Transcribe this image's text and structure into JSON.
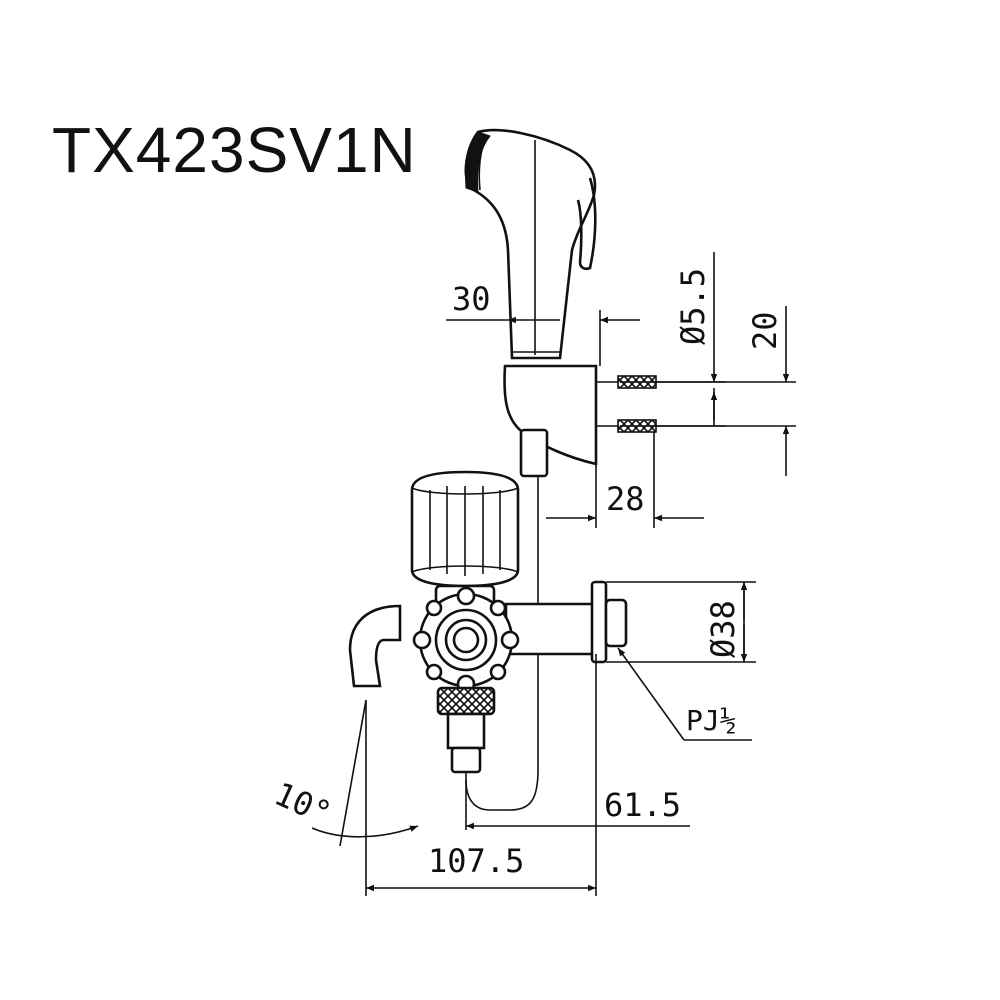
{
  "model": "TX423SV1N",
  "dimensions": {
    "hose_offset": "30",
    "screw_diameter": "Ø5.5",
    "holder_hole_spacing": "20",
    "holder_depth": "28",
    "flange_diameter": "Ø38",
    "thread": "PJ½",
    "spout_angle": "10°",
    "outlet_to_wall": "61.5",
    "spout_to_wall": "107.5"
  },
  "colors": {
    "line": "#111111",
    "background": "#ffffff"
  }
}
